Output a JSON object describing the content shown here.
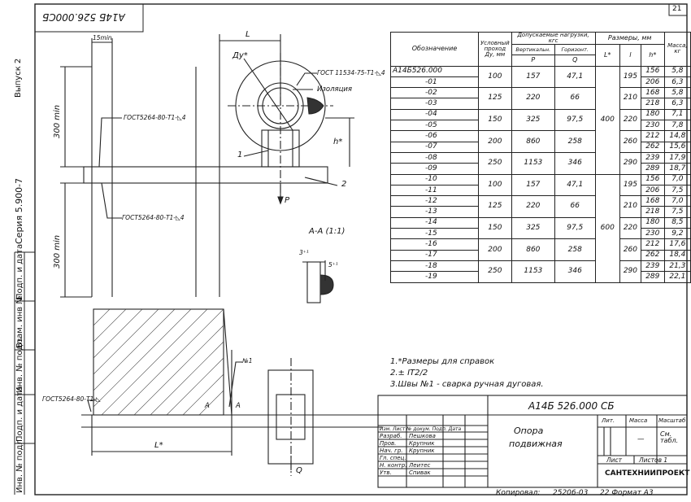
{
  "sheet": {
    "page_number": "21",
    "code_top_rotated": "А14Б 526.000СБ",
    "side_left_top": "Выпуск 2",
    "side_left_series": "Серия 5.900-7",
    "side_stamps": [
      "Подп. и дата",
      "Взам. инв №",
      "Инв. № подл.",
      "Подп. и дата",
      "Инв. № подл."
    ]
  },
  "drawing_labels": {
    "dim_15min": "15min",
    "dim_L_top": "L",
    "dim_Dy": "Ду*",
    "gost_top_right": "ГОСТ 11534-75-Т1-◺4",
    "insulation": "Изоляция",
    "gost_mid_left": "ГОСТ5264-80-Т1-◺4",
    "dim_300min_top": "300 min",
    "dim_300min_bottom": "300 min",
    "dim_h": "h*",
    "pos1": "1",
    "pos2": "2",
    "load_P": "P",
    "gost_lower_left": "ГОСТ5264-80-Т1-◺4",
    "section_title": "А-А (1:1)",
    "weld_3": "3⁺¹",
    "weld_5": "5⁺¹",
    "weld_no1": "№1",
    "gost_bottom": "ГОСТ5264-80-Т1-◺",
    "section_A_left": "А",
    "section_A_right": "А",
    "dim_L_bottom": "L*",
    "load_Q": "Q"
  },
  "table": {
    "headers": {
      "designation": "Обозначение",
      "nominal": "Условный проход Ду, мм",
      "loads_group": "Допускаемые нагрузки, кгс",
      "vertical": "Вертикальн.",
      "horizontal": "Горизонт.",
      "sizes_group": "Размеры, мм",
      "mass": "Масса, кг",
      "P": "P",
      "Q": "Q",
      "Lstar": "L*",
      "l": "l",
      "hstar": "h*"
    },
    "groups": [
      {
        "L": "400",
        "rows": [
          {
            "pair": [
              "А14Б526.000",
              "-01"
            ],
            "dy": "100",
            "p": "157",
            "q": "47,1",
            "l": "195",
            "h": [
              "156",
              "206"
            ],
            "m": [
              "5,8",
              "6,3"
            ]
          },
          {
            "pair": [
              "-02",
              "-03"
            ],
            "dy": "125",
            "p": "220",
            "q": "66",
            "l": "210",
            "h": [
              "168",
              "218"
            ],
            "m": [
              "5,8",
              "6,3"
            ]
          },
          {
            "pair": [
              "-04",
              "-05"
            ],
            "dy": "150",
            "p": "325",
            "q": "97,5",
            "l": "220",
            "h": [
              "180",
              "230"
            ],
            "m": [
              "7,1",
              "7,8"
            ]
          },
          {
            "pair": [
              "-06",
              "-07"
            ],
            "dy": "200",
            "p": "860",
            "q": "258",
            "l": "260",
            "h": [
              "212",
              "262"
            ],
            "m": [
              "14,8",
              "15,6"
            ]
          },
          {
            "pair": [
              "-08",
              "-09"
            ],
            "dy": "250",
            "p": "1153",
            "q": "346",
            "l": "290",
            "h": [
              "239",
              "289"
            ],
            "m": [
              "17,9",
              "18,7"
            ]
          }
        ]
      },
      {
        "L": "600",
        "rows": [
          {
            "pair": [
              "-10",
              "-11"
            ],
            "dy": "100",
            "p": "157",
            "q": "47,1",
            "l": "195",
            "h": [
              "156",
              "206"
            ],
            "m": [
              "7,0",
              "7,5"
            ]
          },
          {
            "pair": [
              "-12",
              "-13"
            ],
            "dy": "125",
            "p": "220",
            "q": "66",
            "l": "210",
            "h": [
              "168",
              "218"
            ],
            "m": [
              "7,0",
              "7,5"
            ]
          },
          {
            "pair": [
              "-14",
              "-15"
            ],
            "dy": "150",
            "p": "325",
            "q": "97,5",
            "l": "220",
            "h": [
              "180",
              "230"
            ],
            "m": [
              "8,5",
              "9,2"
            ]
          },
          {
            "pair": [
              "-16",
              "-17"
            ],
            "dy": "200",
            "p": "860",
            "q": "258",
            "l": "260",
            "h": [
              "212",
              "262"
            ],
            "m": [
              "17,6",
              "18,4"
            ]
          },
          {
            "pair": [
              "-18",
              "-19"
            ],
            "dy": "250",
            "p": "1153",
            "q": "346",
            "l": "290",
            "h": [
              "239",
              "289"
            ],
            "m": [
              "21,3",
              "22,1"
            ]
          }
        ]
      }
    ]
  },
  "notes": [
    "1.*Размеры для справок",
    "2.± IT2/2",
    "3.Швы №1 - сварка ручная дуговая."
  ],
  "title_block": {
    "code": "А14Б 526.000 СБ",
    "name_line1": "Опора",
    "name_line2": "подвижная",
    "lit_label": "Лит.",
    "mass_label": "Масса",
    "scale_label": "Масштаб",
    "mass_value": "—",
    "scale_value": "См. табл.",
    "sheet_label": "Лист",
    "sheets_label": "Листов 1",
    "org": "САНТЕХНИИПРОЕКТ",
    "header_row": "Изм. Лист № докум. Подп. Дата",
    "roles": [
      {
        "role": "Разраб.",
        "name": "Пешкова"
      },
      {
        "role": "Пров.",
        "name": "Крупник"
      },
      {
        "role": "Нач. гр.",
        "name": "Крупник"
      },
      {
        "role": "Гл. спец.",
        "name": ""
      },
      {
        "role": "Н. контр.",
        "name": "Леитес"
      },
      {
        "role": "Утв.",
        "name": "Спивак"
      }
    ]
  },
  "footer": {
    "copied": "Копировал:",
    "copy_number": "25206-03",
    "format": "22 Формат А3"
  }
}
